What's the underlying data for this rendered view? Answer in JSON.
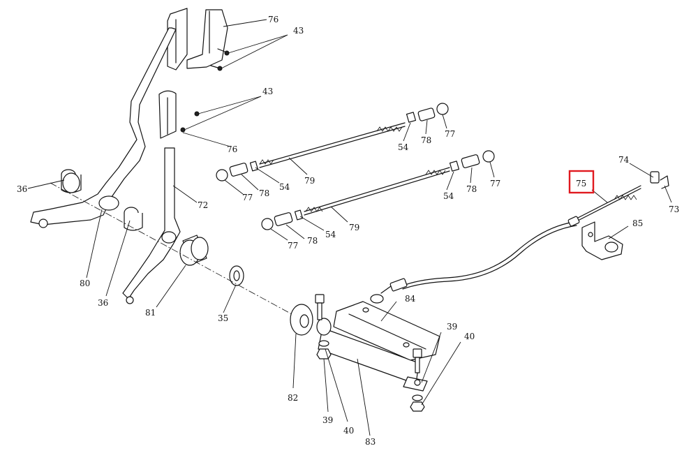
{
  "highlight_color": "#e0191f",
  "highlighted_part": "75",
  "callouts": [
    {
      "id": "c76a",
      "label": "76"
    },
    {
      "id": "c43a",
      "label": "43"
    },
    {
      "id": "c43b",
      "label": "43"
    },
    {
      "id": "c76b",
      "label": "76"
    },
    {
      "id": "c36a",
      "label": "36"
    },
    {
      "id": "c80",
      "label": "80"
    },
    {
      "id": "c36b",
      "label": "36"
    },
    {
      "id": "c81",
      "label": "81"
    },
    {
      "id": "c72",
      "label": "72"
    },
    {
      "id": "c35",
      "label": "35"
    },
    {
      "id": "c54a",
      "label": "54"
    },
    {
      "id": "c78a",
      "label": "78"
    },
    {
      "id": "c77a",
      "label": "77"
    },
    {
      "id": "c79a",
      "label": "79"
    },
    {
      "id": "c54b",
      "label": "54"
    },
    {
      "id": "c77b",
      "label": "77"
    },
    {
      "id": "c78b",
      "label": "78"
    },
    {
      "id": "c54c",
      "label": "54"
    },
    {
      "id": "c78c",
      "label": "78"
    },
    {
      "id": "c77c",
      "label": "77"
    },
    {
      "id": "c79b",
      "label": "79"
    },
    {
      "id": "c54d",
      "label": "54"
    },
    {
      "id": "c78d",
      "label": "78"
    },
    {
      "id": "c77d",
      "label": "77"
    },
    {
      "id": "c74",
      "label": "74"
    },
    {
      "id": "c75",
      "label": "75"
    },
    {
      "id": "c73",
      "label": "73"
    },
    {
      "id": "c85",
      "label": "85"
    },
    {
      "id": "c84",
      "label": "84"
    },
    {
      "id": "c39a",
      "label": "39"
    },
    {
      "id": "c40a",
      "label": "40"
    },
    {
      "id": "c82",
      "label": "82"
    },
    {
      "id": "c39b",
      "label": "39"
    },
    {
      "id": "c40b",
      "label": "40"
    },
    {
      "id": "c83",
      "label": "83"
    }
  ]
}
